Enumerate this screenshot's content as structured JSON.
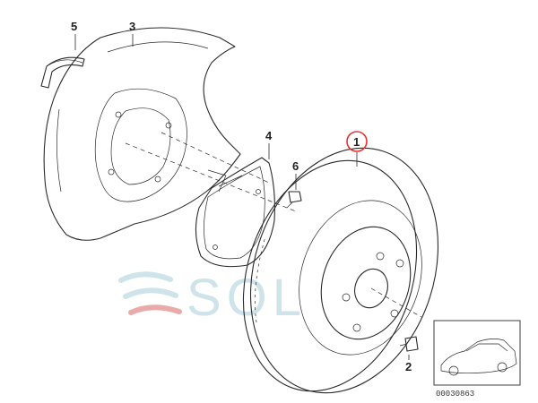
{
  "callouts": {
    "c1": "1",
    "c2": "2",
    "c3": "3",
    "c4": "4",
    "c5": "5",
    "c6": "6"
  },
  "highlight_color": "#e8302f",
  "watermark": {
    "text": "SOL",
    "color": "#cfe3ea",
    "accent": "#e46a6a"
  },
  "reference_code": "00030863"
}
